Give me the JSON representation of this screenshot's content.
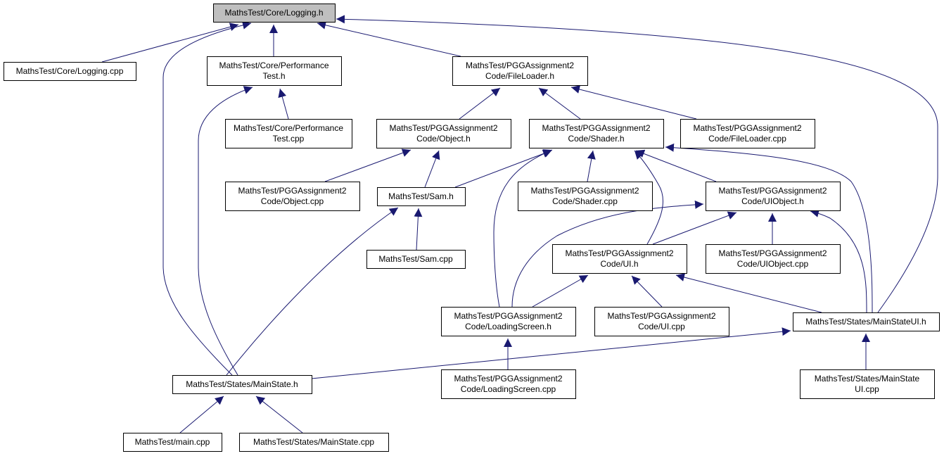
{
  "nodes": [
    {
      "id": "logging_h",
      "lines": [
        "MathsTest/Core/Logging.h"
      ],
      "root": true
    },
    {
      "id": "logging_cpp",
      "lines": [
        "MathsTest/Core/Logging.cpp"
      ]
    },
    {
      "id": "perftest_h",
      "lines": [
        "MathsTest/Core/Performance",
        "Test.h"
      ]
    },
    {
      "id": "fileloader_h",
      "lines": [
        "MathsTest/PGGAssignment2",
        "Code/FileLoader.h"
      ]
    },
    {
      "id": "perftest_cpp",
      "lines": [
        "MathsTest/Core/Performance",
        "Test.cpp"
      ]
    },
    {
      "id": "object_h",
      "lines": [
        "MathsTest/PGGAssignment2",
        "Code/Object.h"
      ]
    },
    {
      "id": "shader_h",
      "lines": [
        "MathsTest/PGGAssignment2",
        "Code/Shader.h"
      ]
    },
    {
      "id": "fileloader_cpp",
      "lines": [
        "MathsTest/PGGAssignment2",
        "Code/FileLoader.cpp"
      ]
    },
    {
      "id": "object_cpp",
      "lines": [
        "MathsTest/PGGAssignment2",
        "Code/Object.cpp"
      ]
    },
    {
      "id": "sam_h",
      "lines": [
        "MathsTest/Sam.h"
      ]
    },
    {
      "id": "shader_cpp",
      "lines": [
        "MathsTest/PGGAssignment2",
        "Code/Shader.cpp"
      ]
    },
    {
      "id": "uiobject_h",
      "lines": [
        "MathsTest/PGGAssignment2",
        "Code/UIObject.h"
      ]
    },
    {
      "id": "sam_cpp",
      "lines": [
        "MathsTest/Sam.cpp"
      ]
    },
    {
      "id": "ui_h",
      "lines": [
        "MathsTest/PGGAssignment2",
        "Code/UI.h"
      ]
    },
    {
      "id": "uiobject_cpp",
      "lines": [
        "MathsTest/PGGAssignment2",
        "Code/UIObject.cpp"
      ]
    },
    {
      "id": "loadingscreen_h",
      "lines": [
        "MathsTest/PGGAssignment2",
        "Code/LoadingScreen.h"
      ]
    },
    {
      "id": "ui_cpp",
      "lines": [
        "MathsTest/PGGAssignment2",
        "Code/UI.cpp"
      ]
    },
    {
      "id": "mainstateui_h",
      "lines": [
        "MathsTest/States/MainStateUI.h"
      ]
    },
    {
      "id": "mainstate_h",
      "lines": [
        "MathsTest/States/MainState.h"
      ]
    },
    {
      "id": "loadingscreen_cpp",
      "lines": [
        "MathsTest/PGGAssignment2",
        "Code/LoadingScreen.cpp"
      ]
    },
    {
      "id": "mainstateui_cpp",
      "lines": [
        "MathsTest/States/MainState",
        "UI.cpp"
      ]
    },
    {
      "id": "main_cpp",
      "lines": [
        "MathsTest/main.cpp"
      ]
    },
    {
      "id": "mainstate_cpp",
      "lines": [
        "MathsTest/States/MainState.cpp"
      ]
    }
  ],
  "edges": [
    {
      "from": "logging_h",
      "to": "logging_cpp"
    },
    {
      "from": "logging_h",
      "to": "perftest_h"
    },
    {
      "from": "logging_h",
      "to": "fileloader_h"
    },
    {
      "from": "logging_h",
      "to": "mainstate_h"
    },
    {
      "from": "logging_h",
      "to": "mainstateui_h"
    },
    {
      "from": "perftest_h",
      "to": "perftest_cpp"
    },
    {
      "from": "perftest_h",
      "to": "mainstate_h"
    },
    {
      "from": "fileloader_h",
      "to": "object_h"
    },
    {
      "from": "fileloader_h",
      "to": "shader_h"
    },
    {
      "from": "fileloader_h",
      "to": "fileloader_cpp"
    },
    {
      "from": "object_h",
      "to": "object_cpp"
    },
    {
      "from": "object_h",
      "to": "sam_h"
    },
    {
      "from": "shader_h",
      "to": "sam_h"
    },
    {
      "from": "shader_h",
      "to": "shader_cpp"
    },
    {
      "from": "shader_h",
      "to": "uiobject_h"
    },
    {
      "from": "shader_h",
      "to": "ui_h"
    },
    {
      "from": "shader_h",
      "to": "loadingscreen_h"
    },
    {
      "from": "shader_h",
      "to": "mainstateui_h"
    },
    {
      "from": "sam_h",
      "to": "sam_cpp"
    },
    {
      "from": "sam_h",
      "to": "mainstate_h"
    },
    {
      "from": "uiobject_h",
      "to": "ui_h"
    },
    {
      "from": "uiobject_h",
      "to": "uiobject_cpp"
    },
    {
      "from": "uiobject_h",
      "to": "loadingscreen_h"
    },
    {
      "from": "uiobject_h",
      "to": "mainstateui_h"
    },
    {
      "from": "ui_h",
      "to": "loadingscreen_h"
    },
    {
      "from": "ui_h",
      "to": "ui_cpp"
    },
    {
      "from": "ui_h",
      "to": "mainstateui_h"
    },
    {
      "from": "loadingscreen_h",
      "to": "loadingscreen_cpp"
    },
    {
      "from": "mainstateui_h",
      "to": "mainstate_h"
    },
    {
      "from": "mainstateui_h",
      "to": "mainstateui_cpp"
    },
    {
      "from": "mainstate_h",
      "to": "main_cpp"
    },
    {
      "from": "mainstate_h",
      "to": "mainstate_cpp"
    }
  ],
  "colors": {
    "edge": "#191970",
    "root_fill": "#bfbfbf",
    "node_fill": "#ffffff",
    "border": "#000000"
  }
}
